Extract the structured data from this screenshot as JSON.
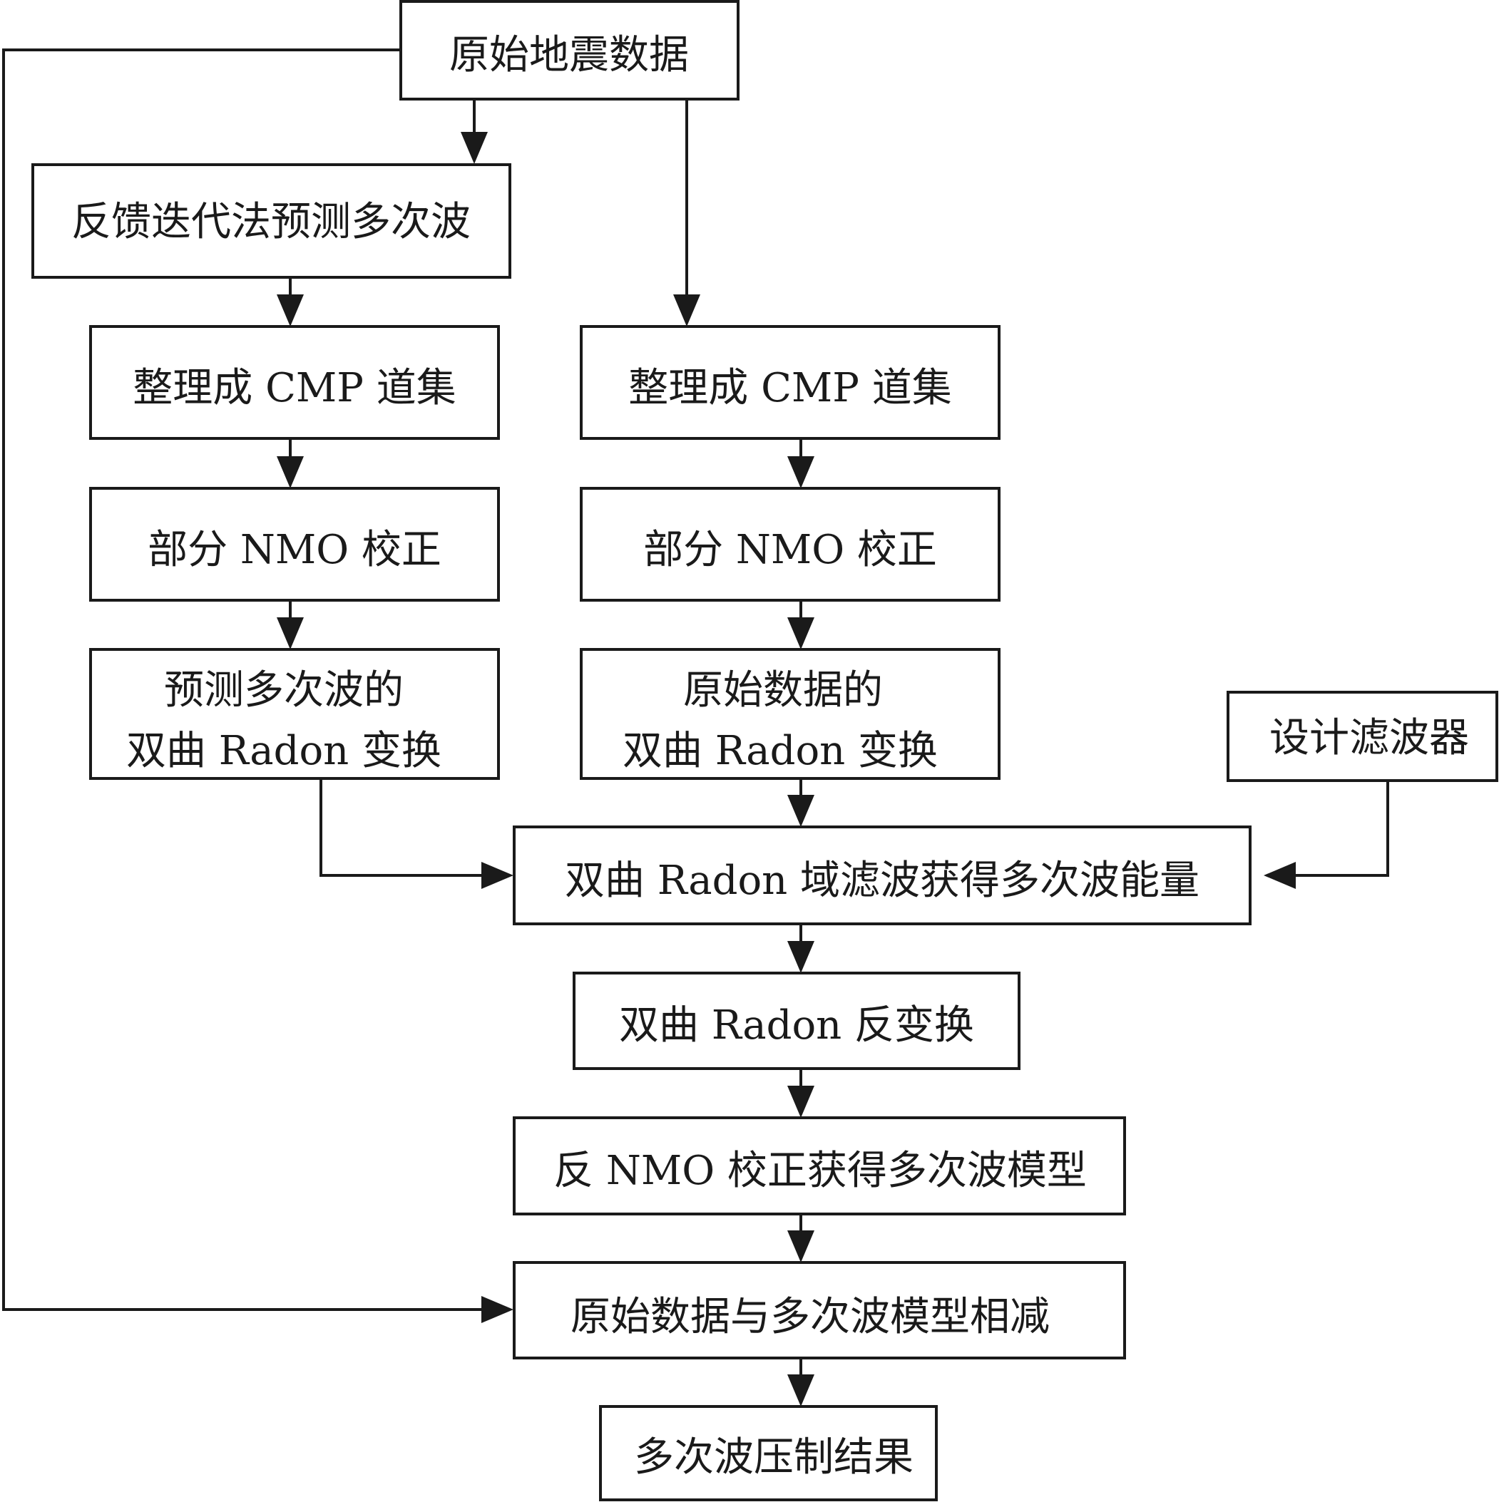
{
  "nodes": {
    "raw_data": "原始地震数据",
    "predict": "反馈迭代法预测多次波",
    "cmp_left": "整理成 CMP 道集",
    "cmp_right": "整理成 CMP 道集",
    "nmo_left": "部分 NMO 校正",
    "nmo_right": "部分 NMO 校正",
    "radon_left_1": "预测多次波的",
    "radon_left_2": "双曲 Radon 变换",
    "radon_right_1": "原始数据的",
    "radon_right_2": "双曲 Radon 变换",
    "design_filter": "设计滤波器",
    "radon_filter": "双曲 Radon 域滤波获得多次波能量",
    "inverse_radon": "双曲 Radon 反变换",
    "inverse_nmo": "反 NMO 校正获得多次波模型",
    "subtract": "原始数据与多次波模型相减",
    "result": "多次波压制结果"
  }
}
